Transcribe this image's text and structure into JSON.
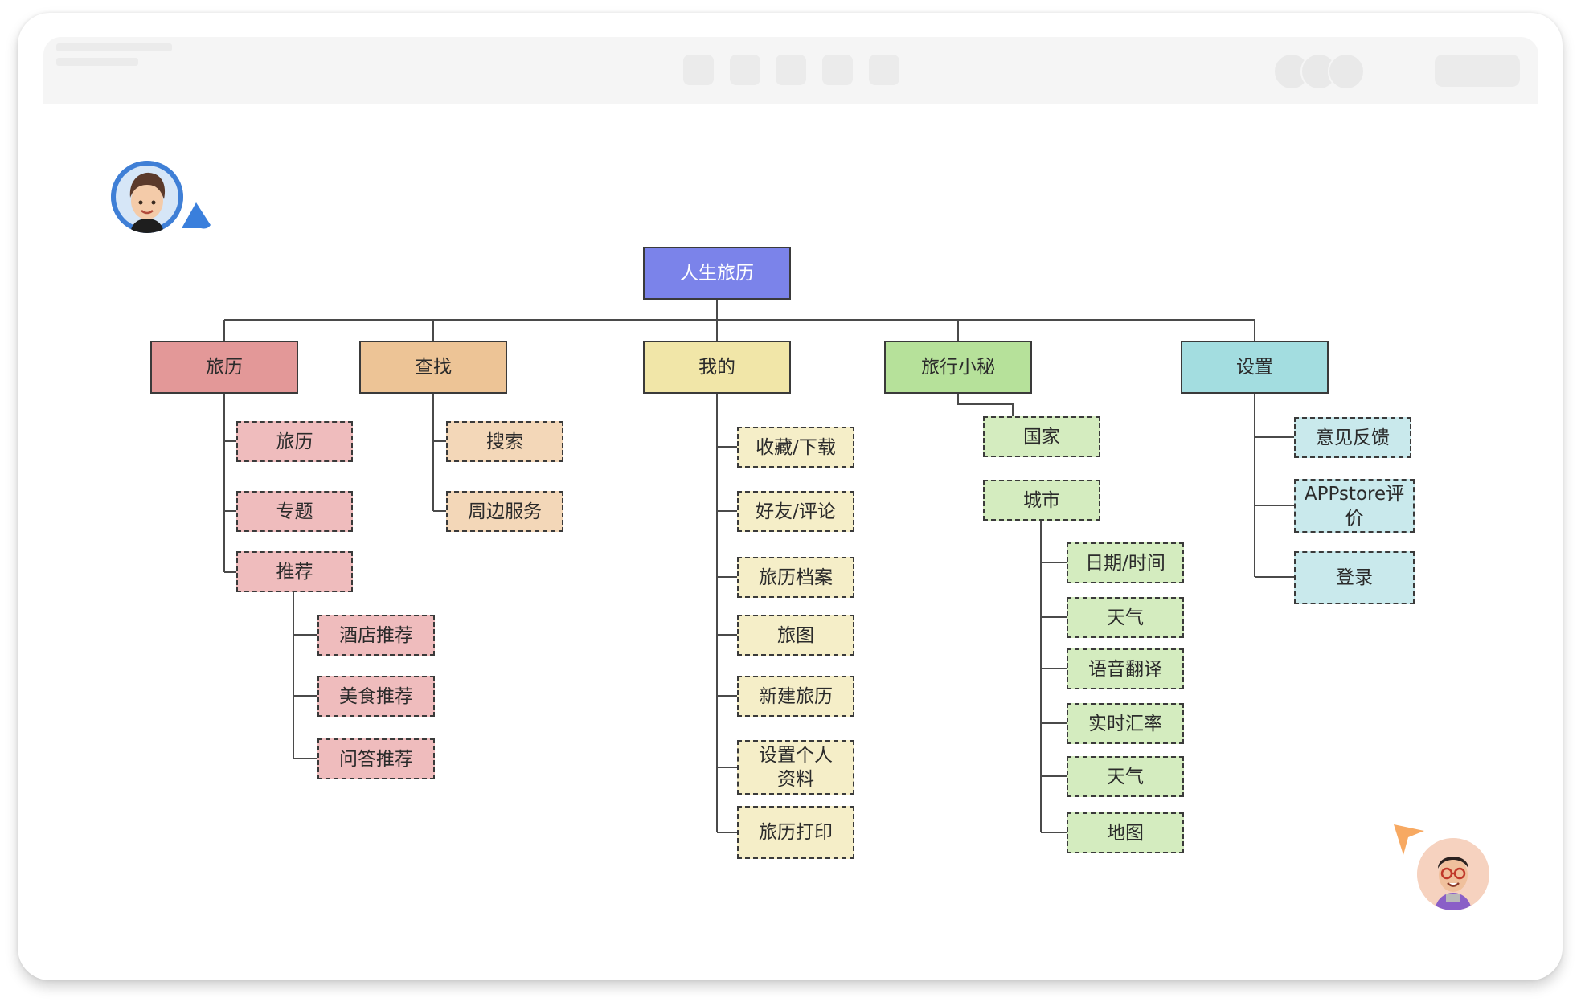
{
  "diagram": {
    "root": {
      "label": "人生旅历",
      "color": "#7b83ea"
    },
    "categories": [
      {
        "label": "旅历",
        "color": "#e39898",
        "child_color": "#efbcbd",
        "children": [
          "旅历",
          "专题",
          "推荐"
        ],
        "subchildren": [
          "酒店推荐",
          "美食推荐",
          "问答推荐"
        ]
      },
      {
        "label": "查找",
        "color": "#edc496",
        "child_color": "#f3d7b8",
        "children": [
          "搜索",
          "周边服务"
        ]
      },
      {
        "label": "我的",
        "color": "#f1e6a8",
        "child_color": "#f5eec8",
        "children": [
          "收藏/下载",
          "好友/评论",
          "旅历档案",
          "旅图",
          "新建旅历",
          "设置个人资料",
          "旅历打印"
        ]
      },
      {
        "label": "旅行小秘",
        "color": "#b6e19a",
        "child_color": "#d4ecbf",
        "children": [
          "国家",
          "城市"
        ],
        "subchildren": [
          "日期/时间",
          "天气",
          "语音翻译",
          "实时汇率",
          "天气",
          "地图"
        ]
      },
      {
        "label": "设置",
        "color": "#a3dde0",
        "child_color": "#c9e9ec",
        "children": [
          "意见反馈",
          "APPstore评价",
          "登录"
        ]
      }
    ]
  },
  "toolbar": {
    "avatar_icons": [
      "user-avatar-icon",
      "user-avatar-icon",
      "user-avatar-icon"
    ],
    "cursor_colors": {
      "left": "#3a7fdc",
      "right": "#f7a962"
    }
  }
}
